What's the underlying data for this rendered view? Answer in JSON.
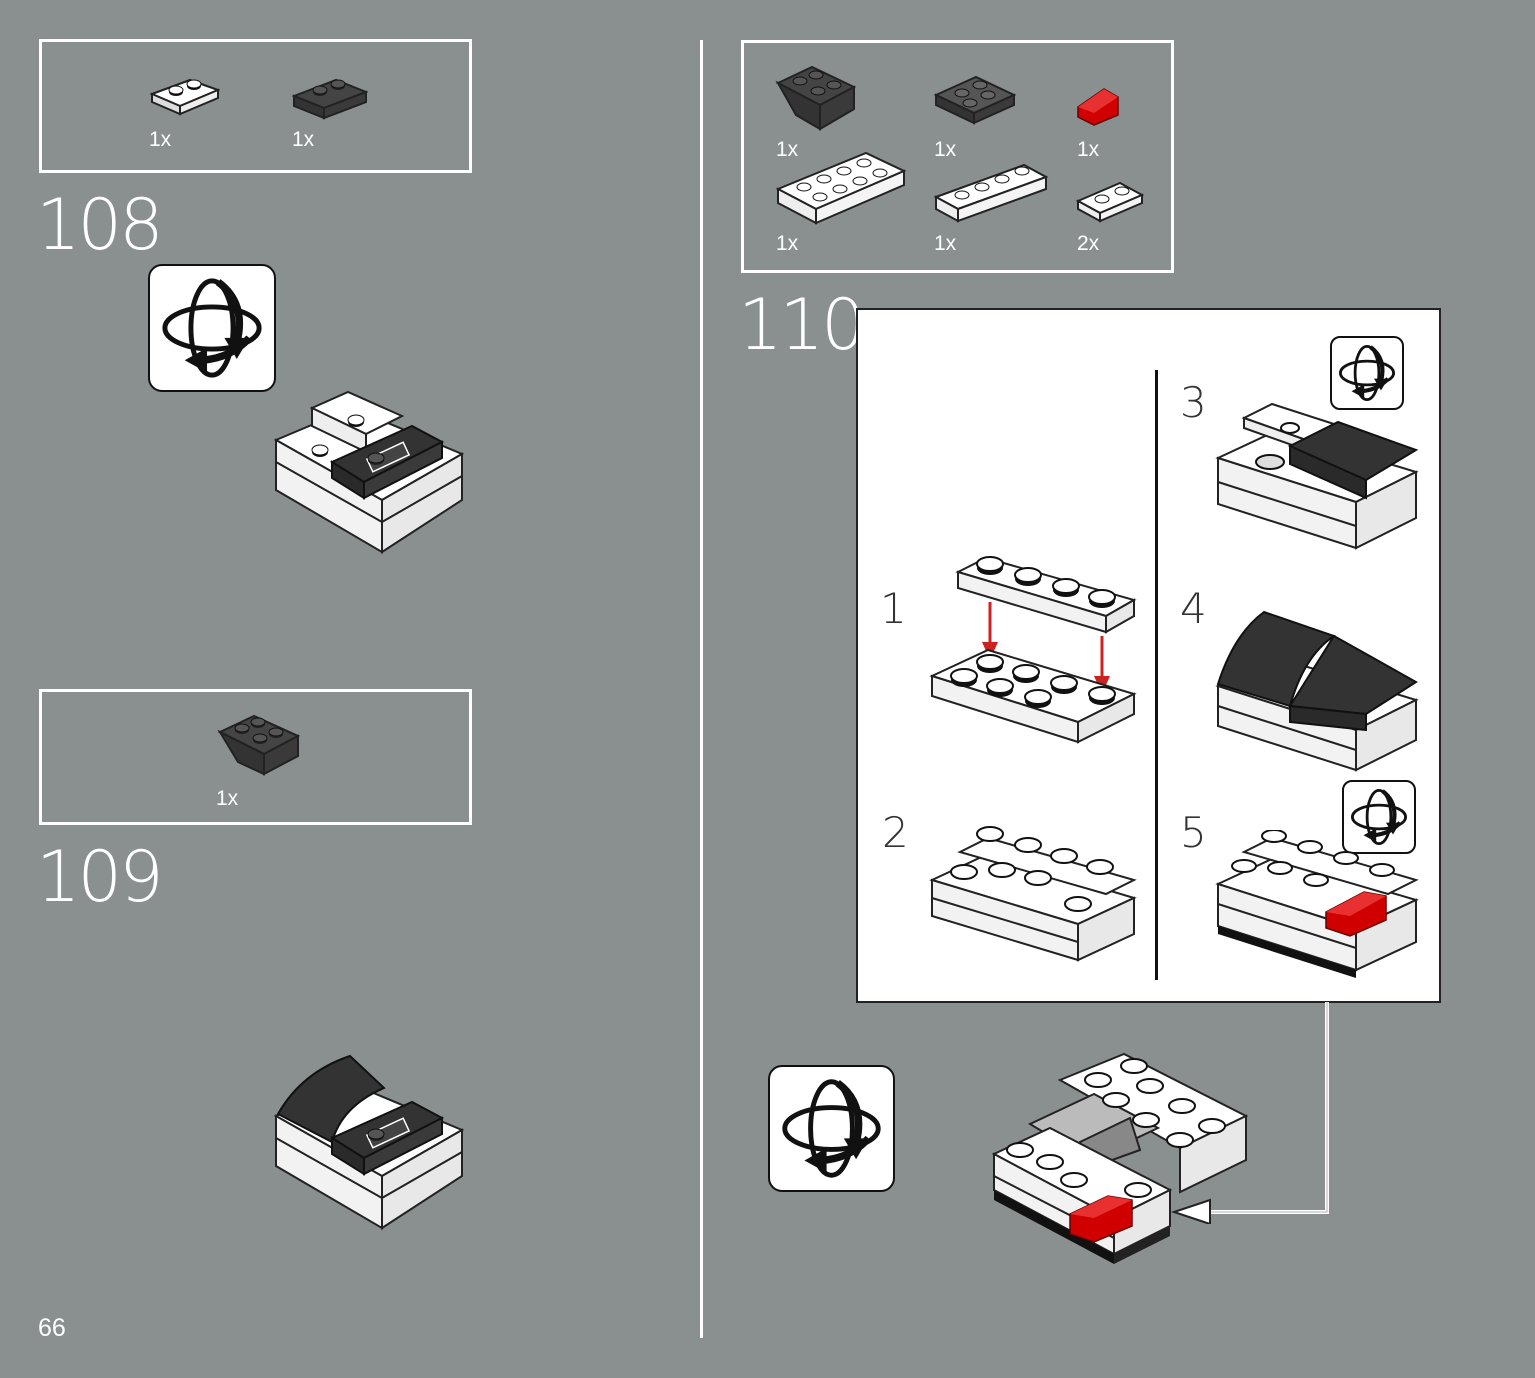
{
  "page": {
    "number": "66"
  },
  "colors": {
    "background": "#8a9090",
    "brick_white": "#ffffff",
    "brick_dark": "#333333",
    "brick_red": "#d00000",
    "arrow_red": "#cc2222"
  },
  "steps": [
    {
      "number": "108",
      "parts": [
        {
          "qty": "1x",
          "part": "white 1x2 plate"
        },
        {
          "qty": "1x",
          "part": "dark 1x2 plate with rail"
        }
      ]
    },
    {
      "number": "109",
      "parts": [
        {
          "qty": "1x",
          "part": "dark inverted slope 2x2"
        }
      ]
    },
    {
      "number": "110",
      "parts": [
        {
          "qty": "1x",
          "part": "dark inverted slope 2x2"
        },
        {
          "qty": "1x",
          "part": "dark 2x2 plate"
        },
        {
          "qty": "1x",
          "part": "red slope"
        },
        {
          "qty": "1x",
          "part": "white 2x4 plate"
        },
        {
          "qty": "1x",
          "part": "white 1x4 plate"
        },
        {
          "qty": "2x",
          "part": "white 1x2 plate"
        }
      ],
      "substeps": [
        "1",
        "2",
        "3",
        "4",
        "5"
      ]
    }
  ],
  "icons": [
    "rotate-model-icon"
  ]
}
